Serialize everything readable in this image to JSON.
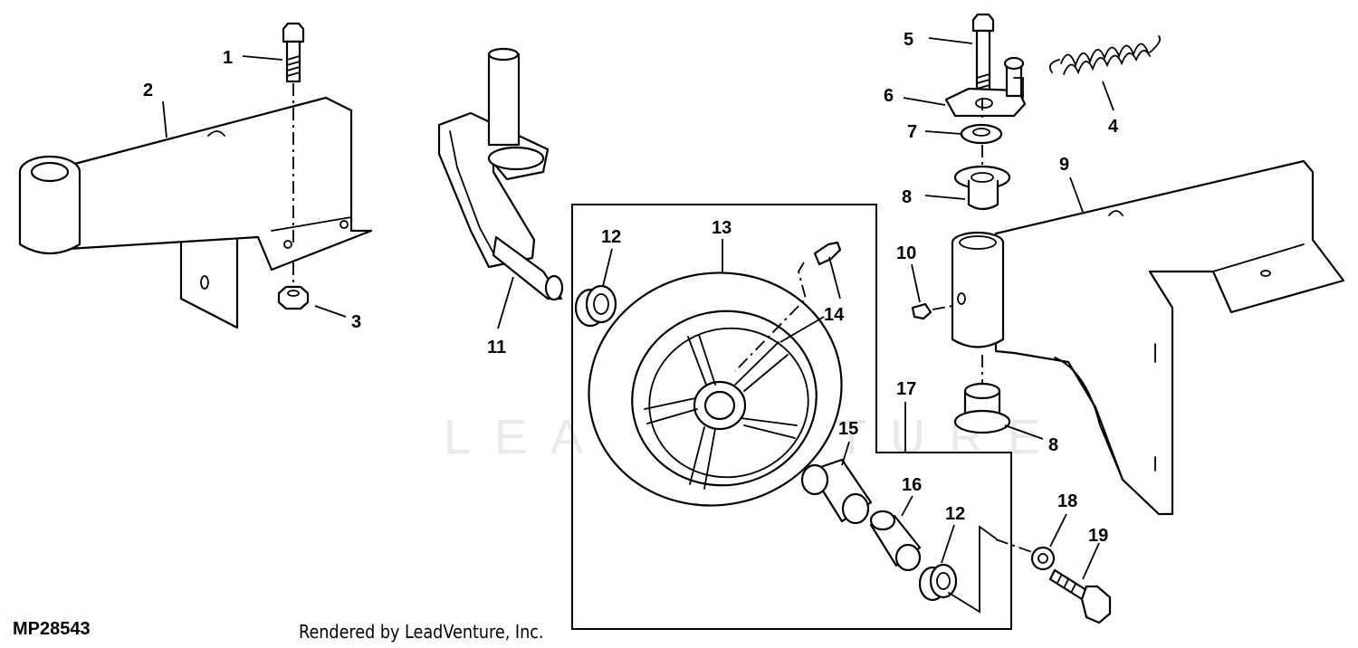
{
  "diagram": {
    "id": "MP28543",
    "credit": "Rendered by LeadVenture, Inc.",
    "watermark": "LEADVENTURE",
    "callouts": [
      {
        "key": "c1",
        "text": "1"
      },
      {
        "key": "c2",
        "text": "2"
      },
      {
        "key": "c3",
        "text": "3"
      },
      {
        "key": "c4",
        "text": "4"
      },
      {
        "key": "c5",
        "text": "5"
      },
      {
        "key": "c6",
        "text": "6"
      },
      {
        "key": "c7",
        "text": "7"
      },
      {
        "key": "c8a",
        "text": "8"
      },
      {
        "key": "c8b",
        "text": "8"
      },
      {
        "key": "c9",
        "text": "9"
      },
      {
        "key": "c10",
        "text": "10"
      },
      {
        "key": "c11",
        "text": "11"
      },
      {
        "key": "c12a",
        "text": "12"
      },
      {
        "key": "c12b",
        "text": "12"
      },
      {
        "key": "c13",
        "text": "13"
      },
      {
        "key": "c14",
        "text": "14"
      },
      {
        "key": "c15",
        "text": "15"
      },
      {
        "key": "c16",
        "text": "16"
      },
      {
        "key": "c17",
        "text": "17"
      },
      {
        "key": "c18",
        "text": "18"
      },
      {
        "key": "c19",
        "text": "19"
      }
    ]
  }
}
